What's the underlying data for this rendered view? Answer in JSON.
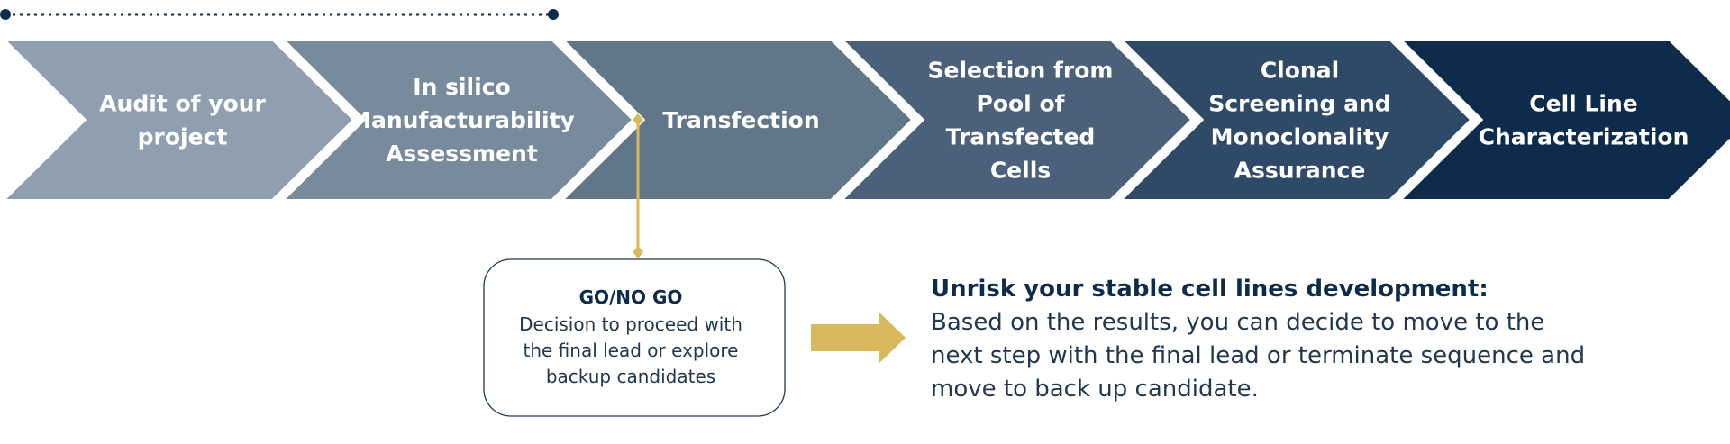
{
  "steps": [
    {
      "lines": [
        "Audit of your",
        "project"
      ],
      "color": "#8f9fb0"
    },
    {
      "lines": [
        "In silico",
        "Manufacturability",
        "Assessment"
      ],
      "color": "#788b9d"
    },
    {
      "lines": [
        "Transfection"
      ],
      "color": "#617689"
    },
    {
      "lines": [
        "Selection from",
        "Pool of",
        "Transfected",
        "Cells"
      ],
      "color": "#4a6179"
    },
    {
      "lines": [
        "Clonal",
        "Screening and",
        "Monoclonality",
        "Assurance"
      ],
      "color": "#2e4a66"
    },
    {
      "lines": [
        "Cell Line",
        "Characterization"
      ],
      "color": "#0d2b4a"
    }
  ],
  "decision": {
    "title": "GO/NO GO",
    "lines": [
      "Decision to proceed with",
      "the final lead or explore",
      "backup candidates"
    ]
  },
  "info": {
    "title": "Unrisk your stable cell lines development:",
    "lines": [
      "Based on the results, you can decide to move to the",
      "next step with the final lead or terminate sequence and",
      "move to back up candidate."
    ]
  },
  "colors": {
    "accent": "#d8b95c",
    "navy": "#0d2b4a",
    "dotted_line": "#0d2b4a"
  }
}
